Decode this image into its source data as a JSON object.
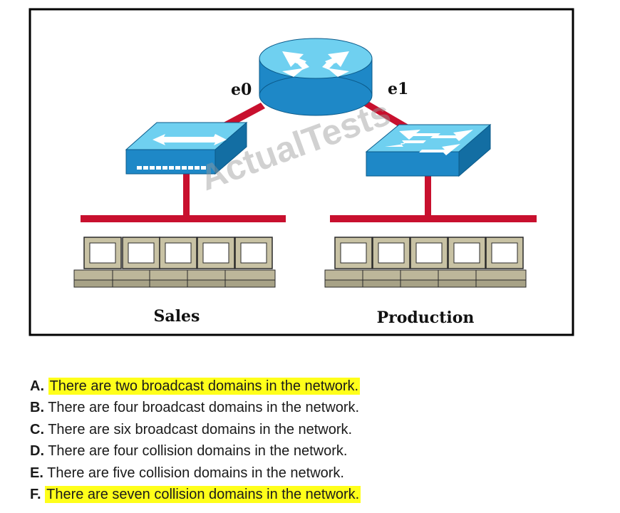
{
  "diagram": {
    "interfaces": {
      "left": "e0",
      "right": "e1"
    },
    "segments": {
      "left": "Sales",
      "right": "Production"
    },
    "watermark": "ActualTests"
  },
  "question": {
    "options": [
      {
        "letter": "A.",
        "text": "There are two broadcast domains in the network.",
        "highlighted": true
      },
      {
        "letter": "B.",
        "text": "There are four broadcast domains in the network.",
        "highlighted": false
      },
      {
        "letter": "C.",
        "text": "There are six broadcast domains in the network.",
        "highlighted": false
      },
      {
        "letter": "D.",
        "text": "There are four collision domains in the network.",
        "highlighted": false
      },
      {
        "letter": "E.",
        "text": "There are five collision domains in the network.",
        "highlighted": false
      },
      {
        "letter": "F.",
        "text": "There are seven collision domains in the network.",
        "highlighted": true
      }
    ],
    "highlight_color": "#ffff1a"
  }
}
